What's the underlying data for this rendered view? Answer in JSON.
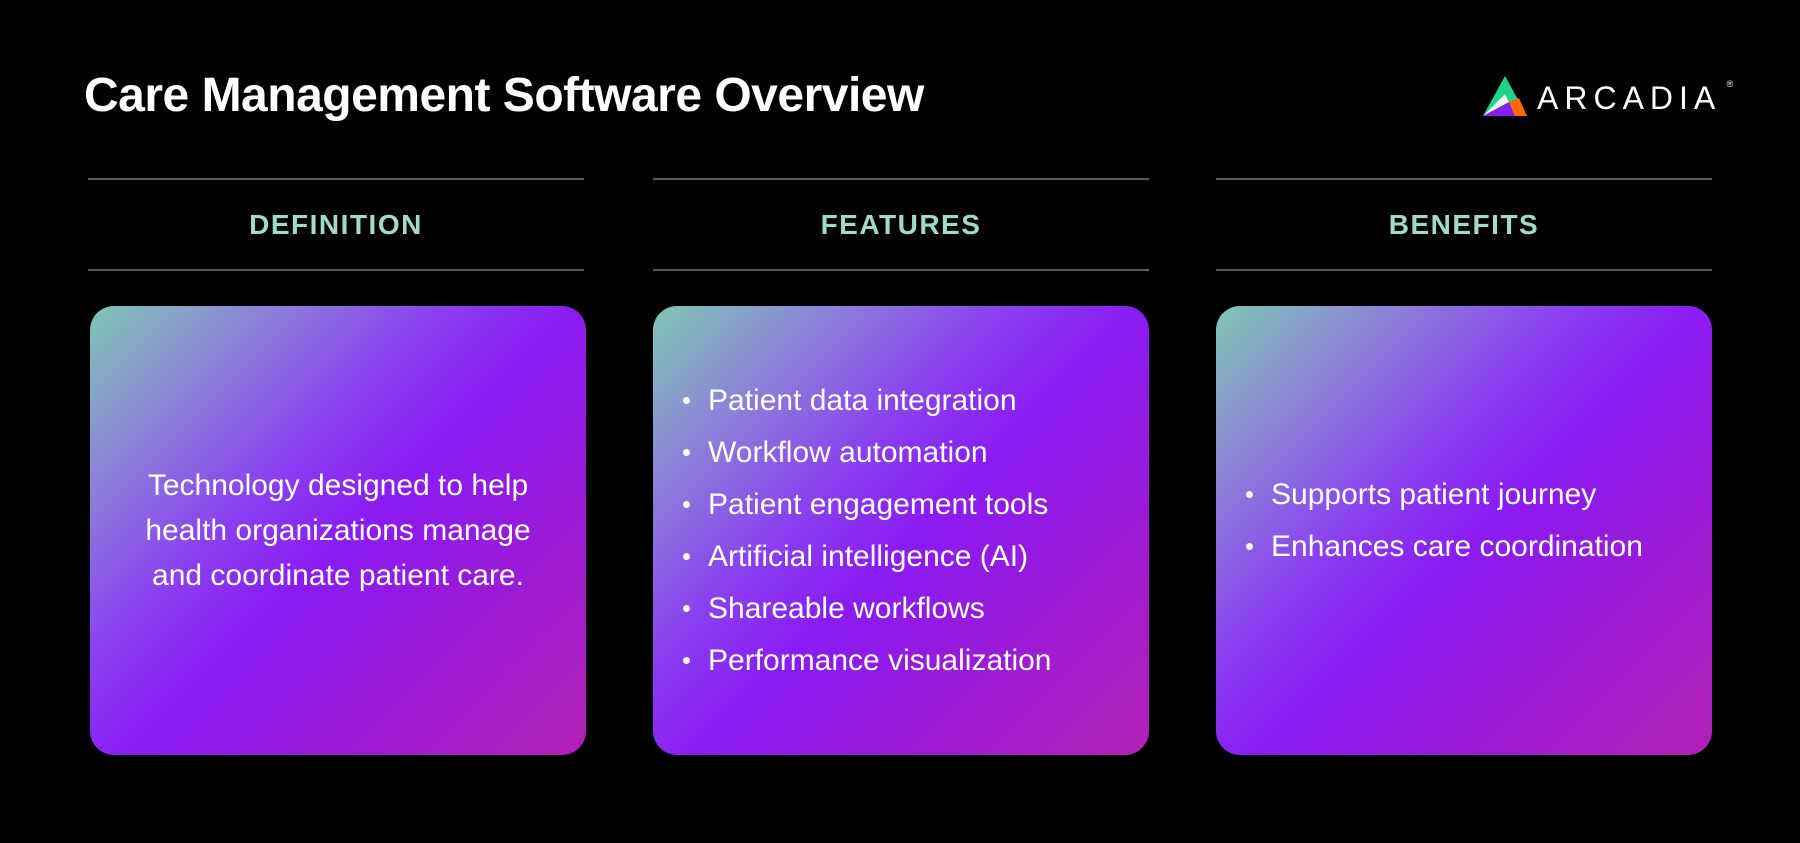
{
  "header": {
    "title": "Care Management Software Overview",
    "logo": {
      "icon": "arcadia-triangle-logo-icon",
      "text": "ARCADIA",
      "registered_mark": "®",
      "colors": {
        "green": "#1fd38a",
        "mint": "#e8fbf2",
        "purple": "#8a1cf0",
        "orange": "#ff6a00"
      }
    }
  },
  "theme": {
    "background": "#000000",
    "heading_color": "#9fdcc6",
    "divider_color": "#5a5a5a",
    "card_gradient": [
      "#7fc8b4",
      "#8a1bf2",
      "#b321b6"
    ],
    "text_color": "#ffffff"
  },
  "columns": [
    {
      "heading": "DEFINITION",
      "text": "Technology designed to help health organizations manage and coordinate patient care."
    },
    {
      "heading": "FEATURES",
      "items": [
        "Patient data integration",
        "Workflow automation",
        "Patient engagement tools",
        "Artificial intelligence (AI)",
        "Shareable workflows",
        "Performance visualization"
      ]
    },
    {
      "heading": "BENEFITS",
      "items": [
        "Supports patient journey",
        "Enhances care coordination"
      ]
    }
  ]
}
